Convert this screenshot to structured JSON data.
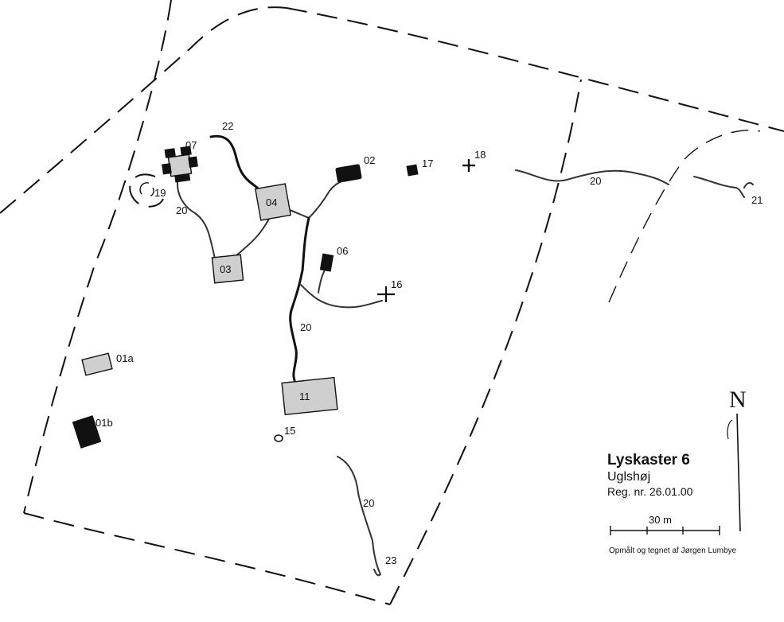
{
  "map": {
    "title": "Lyskaster 6",
    "subtitle": "Uglshøj",
    "reg_no": "Reg. nr. 26.01.00",
    "credit": "Opmålt og tegnet af Jørgen Lumbye",
    "scale_label": "30 m",
    "north_label": "N"
  },
  "features": {
    "f01a": "01a",
    "f01b": "01b",
    "f02": "02",
    "f03": "03",
    "f04": "04",
    "f06": "06",
    "f07": "07",
    "f11": "11",
    "f15": "15",
    "f16": "16",
    "f17": "17",
    "f18": "18",
    "f19": "19",
    "f20": "20",
    "f21": "21",
    "f22": "22",
    "f23": "23"
  },
  "colors": {
    "ink": "#111111",
    "building_fill": "#cfcfcf",
    "paper": "#ffffff"
  }
}
